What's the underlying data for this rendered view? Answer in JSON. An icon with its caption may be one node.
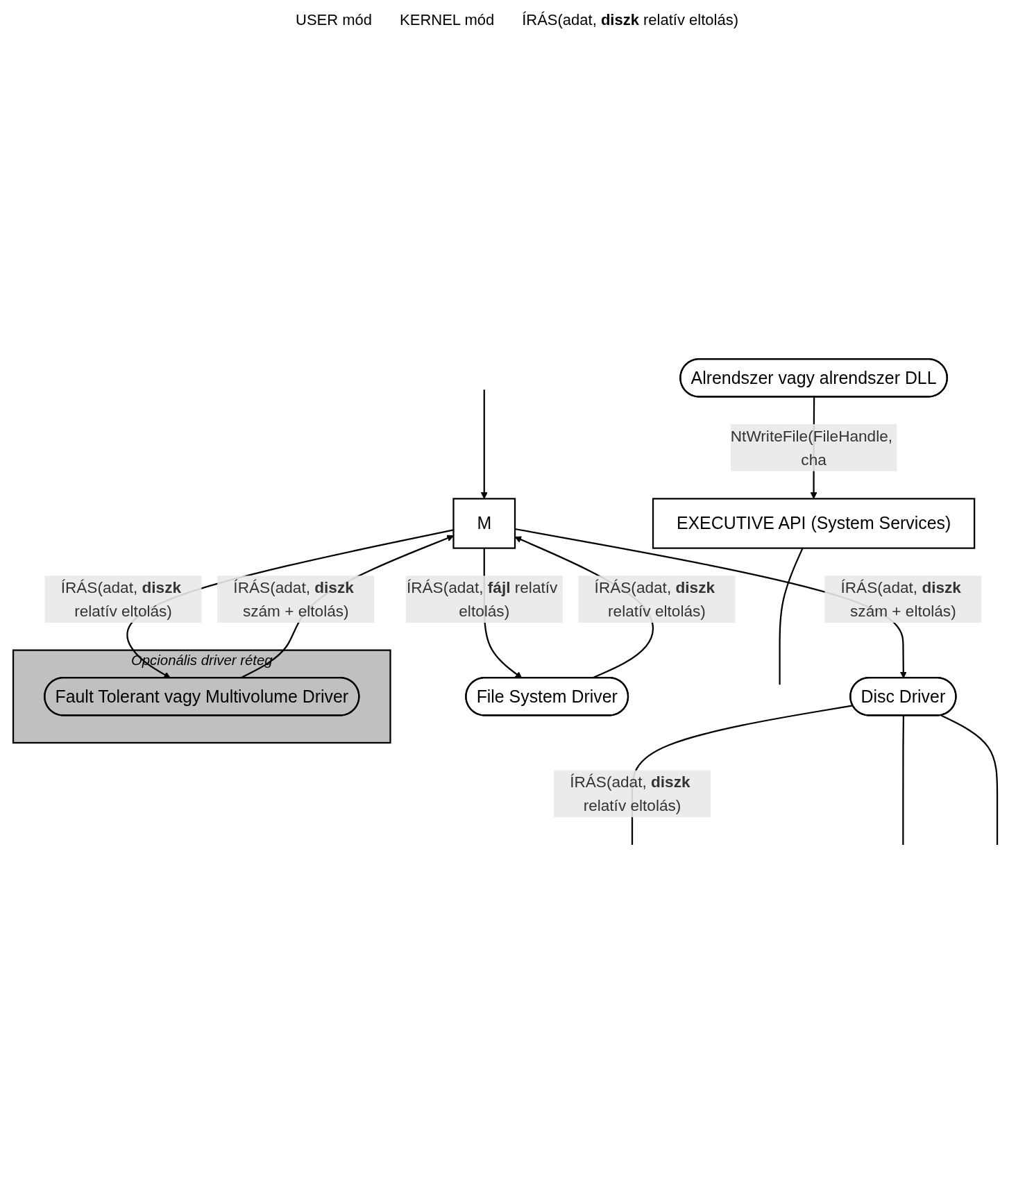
{
  "diagram": {
    "nodes": [
      {
        "text": [
          "Alrendszer vagy alrendszer DLL"
        ]
      },
      {
        "text": [
          "EXECUTIVE API (System Services)"
        ]
      },
      {
        "text": [
          "M"
        ]
      },
      {
        "text": [
          "File System Driver"
        ]
      },
      {
        "text": [
          "Opcionális driver réteg"
        ]
      },
      {
        "text": [
          "Fault Tolerant vagy Multivolume Driver"
        ],
        "in": 4
      },
      {
        "text": [
          "Disc Driver"
        ]
      }
    ],
    "edges": [
      {
        "from": 0,
        "to": 1,
        "arrow": "to",
        "label": "NtWriteFile(FileHandle, cha"
      },
      {
        "from": 1,
        "to": null,
        "arrow": "none"
      },
      {
        "from": null,
        "to": 2,
        "arrow": "to"
      },
      {
        "from": 2,
        "to": 3,
        "arrow": "to",
        "label": "ÍRÁS(adat, **fájl** relatív eltolás)"
      },
      {
        "from": 3,
        "to": 2,
        "arrow": "to",
        "label": "ÍRÁS(adat, **diszk** relatív eltolás)"
      },
      {
        "from": 2,
        "to": 5,
        "arrow": "to",
        "label": "ÍRÁS(adat, **diszk** relatív eltolás)"
      },
      {
        "from": 5,
        "to": 2,
        "arrow": "to",
        "label": "ÍRÁS(adat, **diszk** szám + eltolás)"
      },
      {
        "from": 2,
        "to": 6,
        "arrow": "to",
        "label": "ÍRÁS(adat, **diszk** szám + eltolás)"
      },
      {
        "from": 6,
        "to": null,
        "arrow": "none",
        "label": "ÍRÁS(adat, **diszk** relatív eltolás)"
      },
      {
        "from": 6,
        "to": null,
        "arrow": "none"
      },
      {
        "from": 6,
        "to": null,
        "arrow": "none"
      }
    ],
    "labels": [
      "USER mód",
      "KERNEL mód",
      "ÍRÁS(adat, **diszk** relatív eltolás)"
    ]
  }
}
